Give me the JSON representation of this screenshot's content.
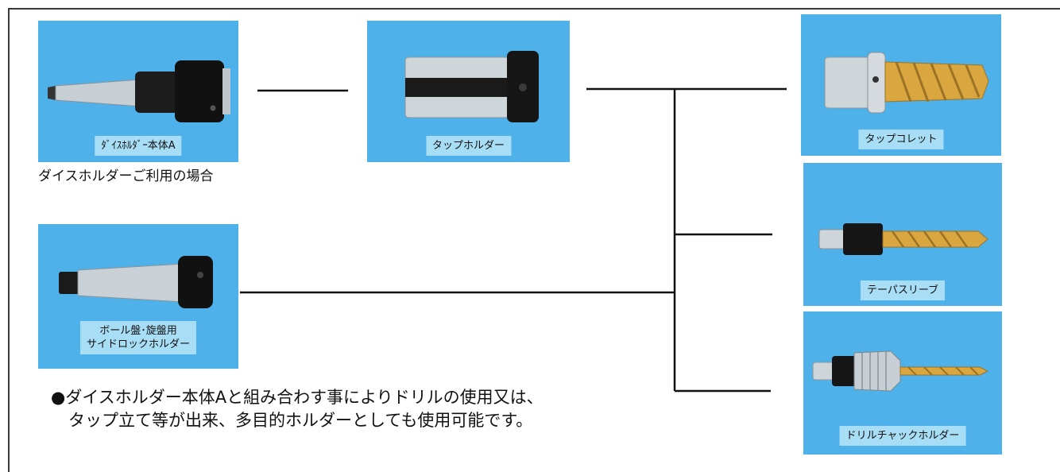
{
  "colors": {
    "card_bg": "#4fb1ea",
    "label_bg": "#a8ddf6",
    "line": "#111111",
    "steel": "#c9d1d6",
    "black_part": "#1a1a1a",
    "gold": "#d9a640"
  },
  "items": {
    "die_holder": {
      "label": "ﾀﾞｲｽﾎﾙﾀﾞｰ本体A",
      "caption": "ダイスホルダーご利用の場合",
      "icon": "die-holder-body-icon"
    },
    "tap_holder": {
      "label": "タップホルダー",
      "icon": "tap-holder-icon"
    },
    "side_lock_holder": {
      "label_line1": "ボール盤･旋盤用",
      "label_line2": "サイドロックホルダー",
      "icon": "side-lock-holder-icon"
    },
    "tap_collet": {
      "label": "タップコレット",
      "icon": "tap-collet-icon"
    },
    "taper_sleeve": {
      "label": "テーパスリーブ",
      "icon": "taper-sleeve-drill-icon"
    },
    "drill_chuck_holder": {
      "label": "ドリルチャックホルダー",
      "icon": "drill-chuck-icon"
    }
  },
  "note": {
    "bullet": "●",
    "line1": "ダイスホルダー本体Aと組み合わす事によりドリルの使用又は、",
    "line2": "タップ立て等が出来、多目的ホルダーとしても使用可能です。"
  }
}
